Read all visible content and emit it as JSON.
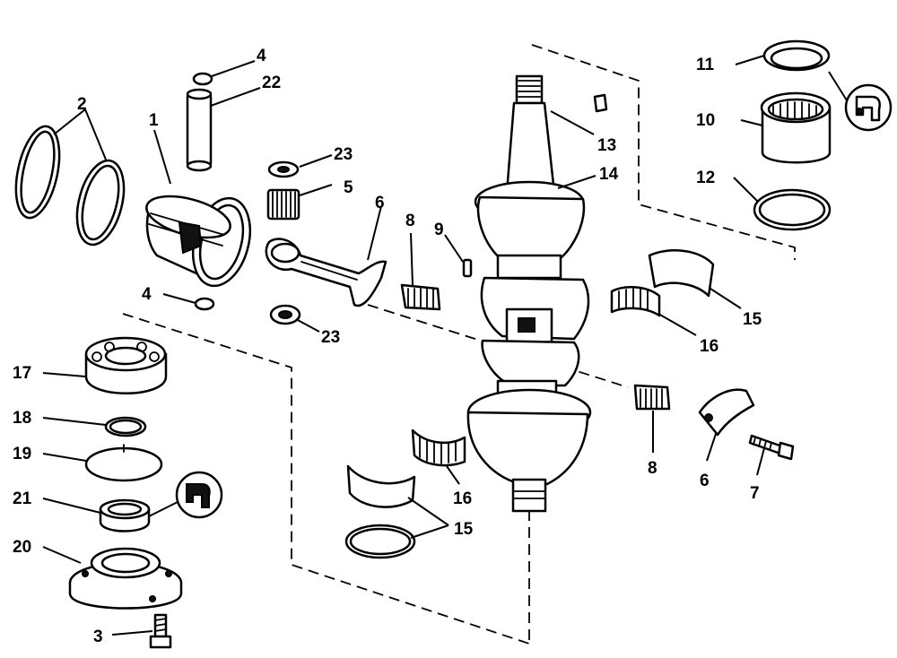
{
  "callouts": [
    {
      "id": "c1",
      "text": "1"
    },
    {
      "id": "c2",
      "text": "2"
    },
    {
      "id": "c3",
      "text": "3"
    },
    {
      "id": "c4a",
      "text": "4"
    },
    {
      "id": "c4b",
      "text": "4"
    },
    {
      "id": "c5",
      "text": "5"
    },
    {
      "id": "c6a",
      "text": "6"
    },
    {
      "id": "c6b",
      "text": "6"
    },
    {
      "id": "c7",
      "text": "7"
    },
    {
      "id": "c8a",
      "text": "8"
    },
    {
      "id": "c8b",
      "text": "8"
    },
    {
      "id": "c9",
      "text": "9"
    },
    {
      "id": "c10",
      "text": "10"
    },
    {
      "id": "c11",
      "text": "11"
    },
    {
      "id": "c12",
      "text": "12"
    },
    {
      "id": "c13",
      "text": "13"
    },
    {
      "id": "c14",
      "text": "14"
    },
    {
      "id": "c15a",
      "text": "15"
    },
    {
      "id": "c15b",
      "text": "15"
    },
    {
      "id": "c16a",
      "text": "16"
    },
    {
      "id": "c16b",
      "text": "16"
    },
    {
      "id": "c17",
      "text": "17"
    },
    {
      "id": "c18",
      "text": "18"
    },
    {
      "id": "c19",
      "text": "19"
    },
    {
      "id": "c20",
      "text": "20"
    },
    {
      "id": "c21",
      "text": "21"
    },
    {
      "id": "c22",
      "text": "22"
    },
    {
      "id": "c23a",
      "text": "23"
    },
    {
      "id": "c23b",
      "text": "23"
    }
  ],
  "icons": [
    "sealant-tube-icon",
    "sealant-tube-icon"
  ]
}
